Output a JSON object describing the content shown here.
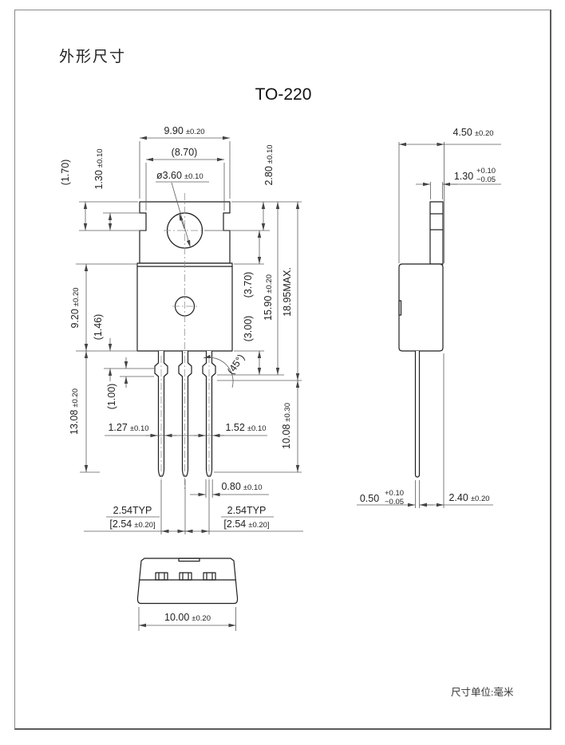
{
  "page": {
    "section_title": "外形尺寸",
    "package_title": "TO-220",
    "unit_note": "尺寸单位:毫米"
  },
  "front_view": {
    "top_width": {
      "v": "9.90",
      "t": "±0.20"
    },
    "inner_width": {
      "v": "(8.70)"
    },
    "hole_diameter": {
      "v": "ø3.60",
      "t": "±0.10"
    },
    "hole_center_offset": {
      "v": "2.80",
      "t": "±0.10"
    },
    "notch_offset": {
      "v": "1.30",
      "t": "±0.10"
    },
    "tab_step_ref": {
      "v": "(1.70)"
    },
    "body_height": {
      "v": "9.20",
      "t": "±0.20"
    },
    "shoulder_offset_ref": {
      "v": "(1.46)"
    },
    "shoulder_length_ref": {
      "v": "(1.00)"
    },
    "body_to_tip": {
      "v": "13.08",
      "t": "±0.20"
    },
    "hole_to_body_ref": {
      "v": "(3.70)"
    },
    "body_to_shoulder_ref": {
      "v": "(3.00)"
    },
    "tab_body_height": {
      "v": "15.90",
      "t": "±0.20"
    },
    "total_height_max": {
      "v": "18.95MAX."
    },
    "lead_length": {
      "v": "10.08",
      "t": "±0.30"
    },
    "lead_gap": {
      "v": "1.27",
      "t": "±0.10"
    },
    "shoulder_width": {
      "v": "1.52",
      "t": "±0.10"
    },
    "lead_width": {
      "v": "0.80",
      "t": "±0.10"
    },
    "chamfer_angle": {
      "v": "(45°)"
    },
    "pitch_left": {
      "typ": "2.54TYP",
      "open": "[2.54",
      "tol": "±0.20]"
    },
    "pitch_right": {
      "typ": "2.54TYP",
      "open": "[2.54",
      "tol": "±0.20]"
    }
  },
  "side_view": {
    "body_depth": {
      "v": "4.50",
      "t": "±0.20"
    },
    "tab_thickness": {
      "v": "1.30",
      "tp": "+0.10",
      "tm": "−0.05"
    },
    "lead_thickness": {
      "v": "0.50",
      "tp": "+0.10",
      "tm": "−0.05"
    },
    "lead_to_back": {
      "v": "2.40",
      "t": "±0.20"
    }
  },
  "bottom_view": {
    "width": {
      "v": "10.00",
      "t": "±0.20"
    }
  }
}
